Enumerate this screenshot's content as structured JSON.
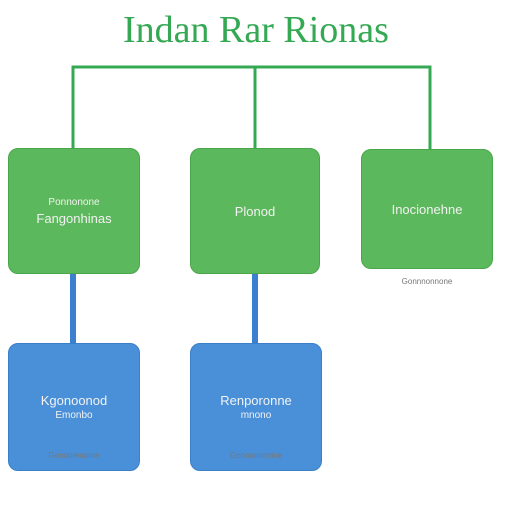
{
  "title": "Indan Rar Rionas",
  "colors": {
    "title": "#34a853",
    "green_box": "#5cb85c",
    "blue_box": "#4a90d9",
    "green_line": "#34a853",
    "blue_line": "#3a7fd0"
  },
  "nodes": {
    "green_left": {
      "line1": "Ponnonone",
      "line2": "Fangonhinas"
    },
    "green_center": {
      "line1": "Plonod"
    },
    "green_right": {
      "line1": "Inocionehne",
      "caption": "Gonnnonnone"
    },
    "blue_left": {
      "line1": "Kgonoonod",
      "line2": "Emonbo",
      "caption": "Gondnenonne"
    },
    "blue_center": {
      "line1": "Renporonne",
      "line2": "mnono",
      "caption": "Gonoonncnine"
    }
  }
}
